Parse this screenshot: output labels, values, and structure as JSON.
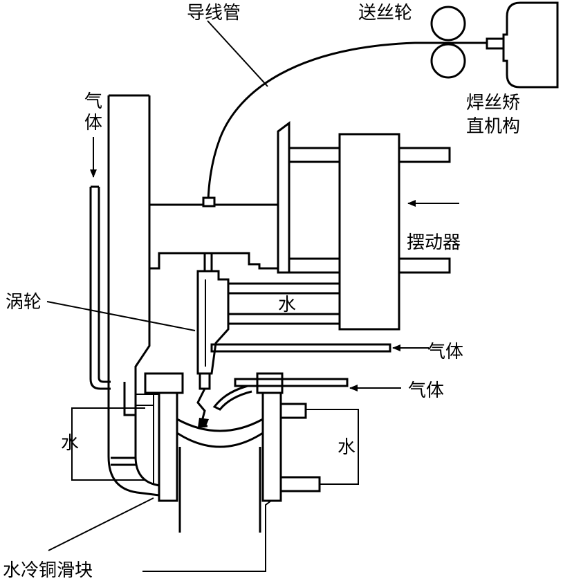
{
  "labels": {
    "conduit": "导线管",
    "feed_roller": "送丝轮",
    "straightener_line1": "焊丝矫",
    "straightener_line2": "直机构",
    "gas_vertical": "气体",
    "oscillator": "摆动器",
    "water_inner": "水",
    "turbine": "涡轮",
    "gas_right_upper": "气体",
    "gas_right_lower": "气体",
    "water_left": "水",
    "water_right": "水",
    "copper_shoe": "水冷铜滑块"
  }
}
